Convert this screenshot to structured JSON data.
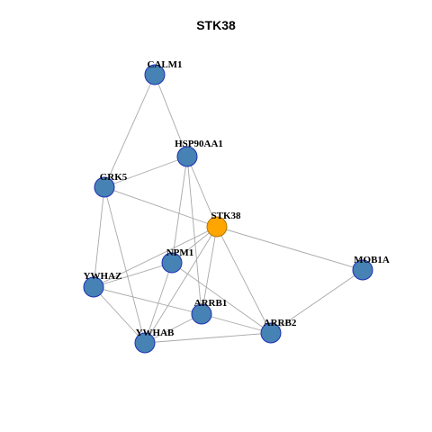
{
  "title": "STK38",
  "colors": {
    "node_fill": "#4682b4",
    "node_stroke": "#1d2fb5",
    "focus_fill": "#ffa500",
    "focus_stroke": "#b07400",
    "edge": "#a8a8a8"
  },
  "nodes": [
    {
      "id": "CALM1",
      "label": "CALM1",
      "focus": false
    },
    {
      "id": "HSP90AA1",
      "label": "HSP90AA1",
      "focus": false
    },
    {
      "id": "GRK5",
      "label": "GRK5",
      "focus": false
    },
    {
      "id": "STK38",
      "label": "STK38",
      "focus": true
    },
    {
      "id": "NPM1",
      "label": "NPM1",
      "focus": false
    },
    {
      "id": "MOB1A",
      "label": "MOB1A",
      "focus": false
    },
    {
      "id": "YWHAZ",
      "label": "YWHAZ",
      "focus": false
    },
    {
      "id": "ARRB1",
      "label": "ARRB1",
      "focus": false
    },
    {
      "id": "ARRB2",
      "label": "ARRB2",
      "focus": false
    },
    {
      "id": "YWHAB",
      "label": "YWHAB",
      "focus": false
    }
  ],
  "edges": [
    [
      "CALM1",
      "HSP90AA1"
    ],
    [
      "CALM1",
      "GRK5"
    ],
    [
      "HSP90AA1",
      "GRK5"
    ],
    [
      "HSP90AA1",
      "STK38"
    ],
    [
      "HSP90AA1",
      "NPM1"
    ],
    [
      "HSP90AA1",
      "ARRB1"
    ],
    [
      "GRK5",
      "STK38"
    ],
    [
      "GRK5",
      "YWHAZ"
    ],
    [
      "GRK5",
      "YWHAB"
    ],
    [
      "STK38",
      "MOB1A"
    ],
    [
      "STK38",
      "NPM1"
    ],
    [
      "STK38",
      "YWHAZ"
    ],
    [
      "STK38",
      "YWHAB"
    ],
    [
      "STK38",
      "ARRB1"
    ],
    [
      "STK38",
      "ARRB2"
    ],
    [
      "NPM1",
      "YWHAZ"
    ],
    [
      "NPM1",
      "YWHAB"
    ],
    [
      "NPM1",
      "ARRB2"
    ],
    [
      "YWHAZ",
      "ARRB1"
    ],
    [
      "YWHAZ",
      "YWHAB"
    ],
    [
      "ARRB1",
      "YWHAB"
    ],
    [
      "ARRB1",
      "ARRB2"
    ],
    [
      "YWHAB",
      "ARRB2"
    ],
    [
      "MOB1A",
      "ARRB2"
    ]
  ]
}
